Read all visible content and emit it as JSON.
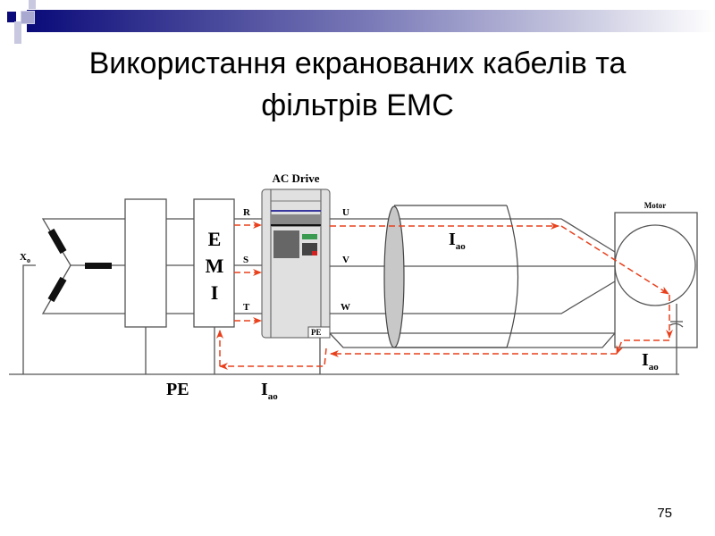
{
  "slide": {
    "title_line1": "Використання екранованих кабелів та",
    "title_line2": "фільтрів ЕМС",
    "page_number": "75"
  },
  "diagram": {
    "source_label": "X",
    "source_sub": "o",
    "emi_letters": [
      "E",
      "M",
      "I"
    ],
    "input_phases": [
      "R",
      "S",
      "T"
    ],
    "output_phases": [
      "U",
      "V",
      "W"
    ],
    "drive_label": "AC Drive",
    "drive_pe_label": "PE",
    "motor_label": "Motor",
    "ground_label": "PE",
    "current_label": "I",
    "current_sub": "ao",
    "colors": {
      "current_path": "#e8401c",
      "drive_body": "#e0e0e0",
      "shield": "#c8c8c8",
      "header_bar": "#0a0a7a"
    }
  }
}
